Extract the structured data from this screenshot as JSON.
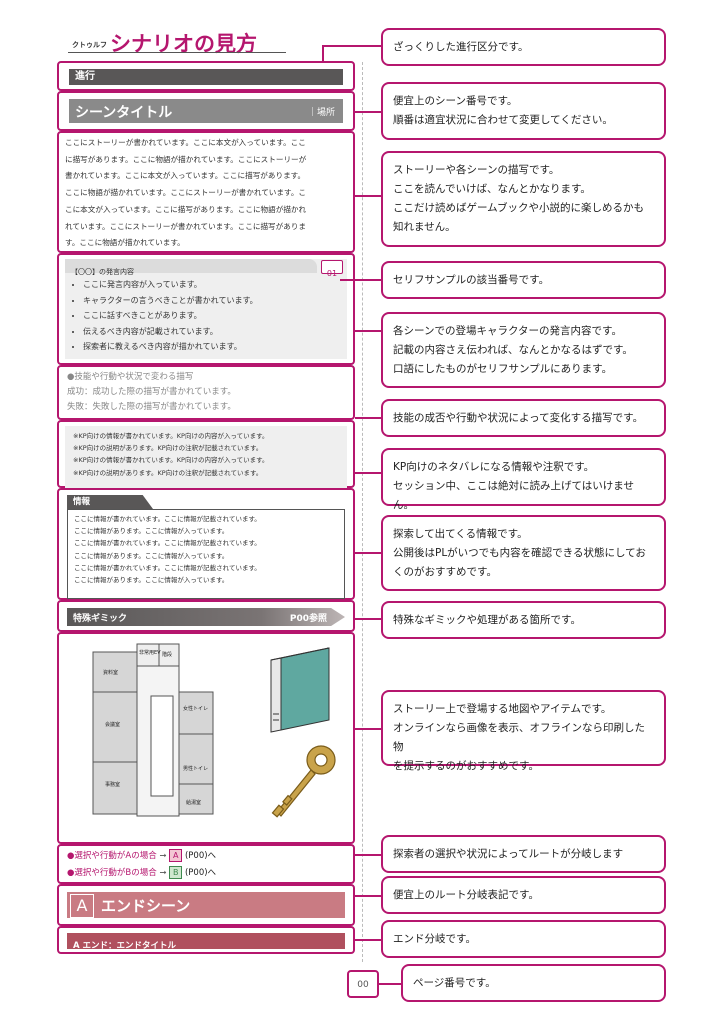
{
  "header": {
    "small_label": "クトゥルフ",
    "title": "シナリオの見方"
  },
  "progress": {
    "label": "進行"
  },
  "scene": {
    "title": "シーンタイトル",
    "place": "｜場所"
  },
  "story": {
    "lines": [
      "ここにストーリーが書かれています。ここに本文が入っています。ここ",
      "に描写があります。ここに物語が描かれています。ここにストーリーが",
      "書かれています。ここに本文が入っています。ここに描写があります。",
      "ここに物語が描かれています。ここにストーリーが書かれています。こ",
      "こに本文が入っています。ここに描写があります。ここに物語が描かれ",
      "れています。ここにストーリーが書かれています。ここに描写がありま",
      "す。ここに物語が描かれています。"
    ]
  },
  "speech": {
    "title": "【〇〇】の発言内容",
    "number": "01",
    "items": [
      "ここに発言内容が入っています。",
      "キャラクターの言うべきことが書かれています。",
      "ここに話すべきことがあります。",
      "伝えるべき内容が記載されています。",
      "探索者に教えるべき内容が描かれています。"
    ]
  },
  "skill": {
    "title": "●技能や行動や状況で変わる描写",
    "success": "成功：成功した際の描写が書かれています。",
    "failure": "失敗：失敗した際の描写が書かれています。"
  },
  "kp": {
    "lines": [
      "※KP向けの情報が書かれています。KP向けの内容が入っています。",
      "※KP向けの説明があります。KP向けの注釈が記載されています。",
      "※KP向けの情報が書かれています。KP向けの内容が入っています。",
      "※KP向けの説明があります。KP向けの注釈が記載されています。"
    ]
  },
  "info": {
    "title": "情報",
    "lines": [
      "ここに情報が書かれています。ここに情報が記載されています。",
      "ここに情報があります。ここに情報が入っています。",
      "ここに情報が書かれています。ここに情報が記載されています。",
      "ここに情報があります。ここに情報が入っています。",
      "ここに情報が書かれています。ここに情報が記載されています。",
      "ここに情報があります。ここに情報が入っています。"
    ]
  },
  "gimmick": {
    "label": "特殊ギミック",
    "ref": "P00参照"
  },
  "map": {
    "rooms": [
      "資料室",
      "非常用EV",
      "階段",
      "会議室",
      "女性トイレ",
      "男性トイレ",
      "事務室",
      "給湯室"
    ]
  },
  "branch": {
    "a_text": "●選択や行動がAの場合",
    "a_letter": "A",
    "a_page": "(P00)へ",
    "b_text": "●選択や行動がBの場合",
    "b_letter": "B",
    "b_page": "(P00)へ"
  },
  "end_scene": {
    "letter": "A",
    "title": "エンドシーン"
  },
  "end_bar": {
    "label": "A エンド：エンドタイトル"
  },
  "page_number": "00",
  "callouts": [
    {
      "lines": [
        "ざっくりした進行区分です。"
      ]
    },
    {
      "lines": [
        "便宜上のシーン番号です。",
        "順番は適宜状況に合わせて変更してください。"
      ]
    },
    {
      "lines": [
        "ストーリーや各シーンの描写です。",
        "ここを読んでいけば、なんとかなります。",
        "ここだけ読めばゲームブックや小説的に楽しめるかも",
        "知れません。"
      ]
    },
    {
      "lines": [
        "セリフサンプルの該当番号です。"
      ]
    },
    {
      "lines": [
        "各シーンでの登場キャラクターの発言内容です。",
        "記載の内容さえ伝われば、なんとかなるはずです。",
        "口語にしたものがセリフサンプルにあります。"
      ]
    },
    {
      "lines": [
        "技能の成否や行動や状況によって変化する描写です。"
      ]
    },
    {
      "lines": [
        "KP向けのネタバレになる情報や注釈です。",
        "セッション中、ここは絶対に読み上げてはいけません。"
      ]
    },
    {
      "lines": [
        "探索して出てくる情報です。",
        "公開後はPLがいつでも内容を確認できる状態にしてお",
        "くのがおすすめです。"
      ]
    },
    {
      "lines": [
        "特殊なギミックや処理がある箇所です。"
      ]
    },
    {
      "lines": [
        "ストーリー上で登場する地図やアイテムです。",
        "オンラインなら画像を表示、オフラインなら印刷した物",
        "を提示するのがおすすめです。"
      ]
    },
    {
      "lines": [
        "探索者の選択や状況によってルートが分岐します"
      ]
    },
    {
      "lines": [
        "便宜上のルート分岐表記です。"
      ]
    },
    {
      "lines": [
        "エンド分岐です。"
      ]
    },
    {
      "lines": [
        "ページ番号です。"
      ]
    }
  ],
  "colors": {
    "accent": "#b5166e",
    "dark_bar": "#595757",
    "scene_bar": "#8a8a8a",
    "end_scene": "#c97b83",
    "end_bar": "#b0505e",
    "book": "#5fa8a0",
    "key": "#c9a34a"
  }
}
